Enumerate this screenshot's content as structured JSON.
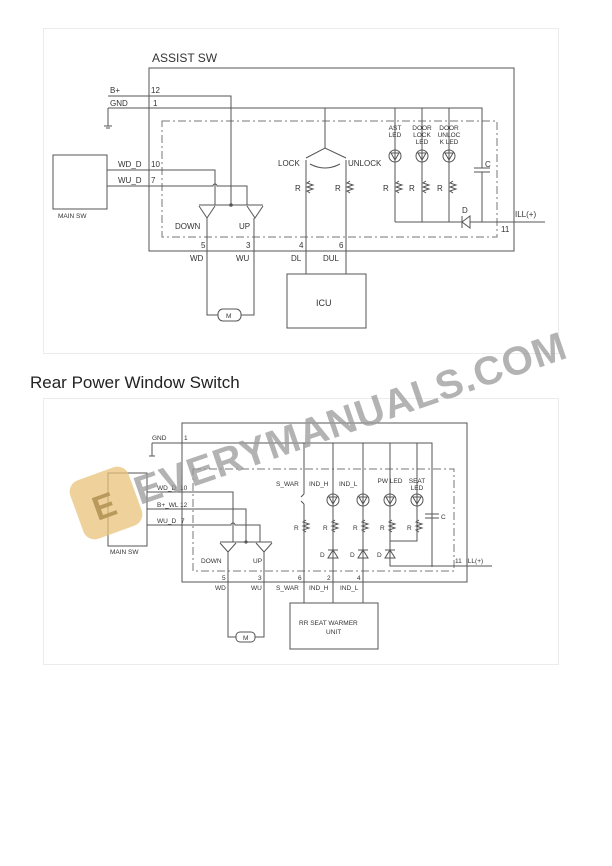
{
  "assist_sw": {
    "title": "ASSIST SW",
    "main_sw": "MAIN SW",
    "icu": "ICU",
    "pins": {
      "b_plus": "B+",
      "b_plus_num": "12",
      "gnd": "GND",
      "gnd_num": "1",
      "wd_d": "WD_D",
      "wd_d_num": "10",
      "wu_d": "WU_D",
      "wu_d_num": "7",
      "ill": "ILL(+)",
      "ill_num": "11"
    },
    "bottom_pins": [
      {
        "num": "5",
        "label": "WD"
      },
      {
        "num": "3",
        "label": "WU"
      },
      {
        "num": "4",
        "label": "DL"
      },
      {
        "num": "6",
        "label": "DUL"
      }
    ],
    "switch_labels": {
      "down": "DOWN",
      "up": "UP",
      "lock": "LOCK",
      "unlock": "UNLOCK"
    },
    "leds": [
      "AST LED",
      "DOOR LOCK LED",
      "DOOR UNLOCK LED"
    ],
    "resistor": "R",
    "capacitor": "C",
    "diode": "D",
    "motor": "M"
  },
  "rear": {
    "title": "Rear Power Window Switch",
    "main_sw": "MAIN SW",
    "unit_line1": "RR SEAT WARMER",
    "unit_line2": "UNIT",
    "pins": {
      "gnd": "GND",
      "gnd_num": "1",
      "wd_d": "WD_D",
      "wd_d_num": "10",
      "b_wl": "B+_WL",
      "b_wl_num": "12",
      "wu_d": "WU_D",
      "wu_d_num": "7",
      "ill": "ILL(+)",
      "ill_num": "11"
    },
    "bottom_pins": [
      {
        "num": "5",
        "label": "WD"
      },
      {
        "num": "3",
        "label": "WU"
      },
      {
        "num": "6",
        "label": "S_WAR"
      },
      {
        "num": "2",
        "label": "IND_H"
      },
      {
        "num": "4",
        "label": "IND_L"
      }
    ],
    "switch_labels": {
      "down": "DOWN",
      "up": "UP"
    },
    "top_labels": [
      "S_WAR",
      "IND_H",
      "IND_L",
      "PW LED",
      "SEAT LED"
    ],
    "resistor": "R",
    "capacitor": "C",
    "diode": "D",
    "motor": "M"
  },
  "watermark": "EVERYMANUALS.COM"
}
